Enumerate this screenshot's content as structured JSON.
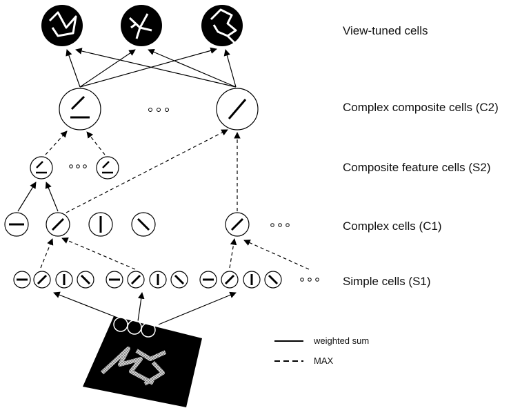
{
  "layers": [
    {
      "id": "view-tuned",
      "label": "View-tuned cells"
    },
    {
      "id": "c2",
      "label": "Complex composite cells (C2)"
    },
    {
      "id": "s2",
      "label": "Composite feature cells (S2)"
    },
    {
      "id": "c1",
      "label": "Complex cells (C1)"
    },
    {
      "id": "s1",
      "label": "Simple cells (S1)"
    }
  ],
  "legend": {
    "solid": "weighted sum",
    "dashed": "MAX"
  },
  "colors": {
    "line": "#000000",
    "node_fill": "#ffffff",
    "dark_fill": "#000000",
    "image_texture": "#bbbbbb"
  }
}
